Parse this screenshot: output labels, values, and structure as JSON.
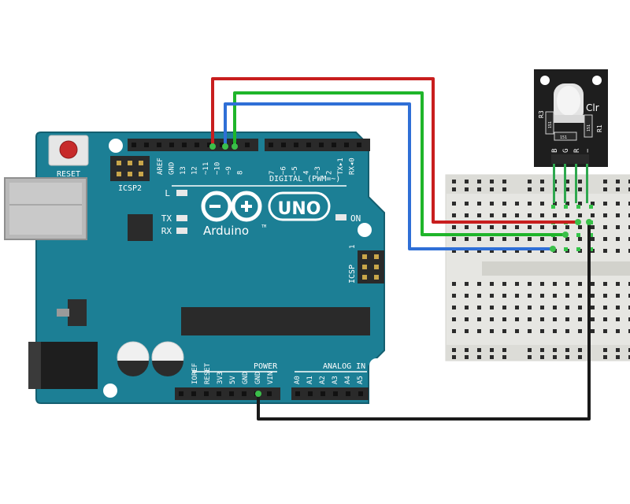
{
  "board": {
    "reset_label": "RESET",
    "icsp2_label": "ICSP2",
    "icsp_label": "ICSP",
    "icsp_pin1": "1",
    "led_l": "L",
    "led_tx": "TX",
    "led_rx": "RX",
    "led_on": "ON",
    "logo_brand": "Arduino",
    "logo_tm": "TM",
    "logo_model": "UNO",
    "digital_label": "DIGITAL (PWM=~)",
    "power_label": "POWER",
    "analog_label": "ANALOG IN",
    "digital_pins_left": [
      "AREF",
      "GND",
      "13",
      "12",
      "~11",
      "~10",
      "~9",
      "8"
    ],
    "digital_pins_right": [
      "7",
      "~6",
      "~5",
      "4",
      "~3",
      "2",
      "TX▸1",
      "RX◂0"
    ],
    "power_pins": [
      "IOREF",
      "RESET",
      "3V3",
      "5V",
      "GND",
      "GND",
      "VIN"
    ],
    "analog_pins": [
      "A0",
      "A1",
      "A2",
      "A3",
      "A4",
      "A5"
    ]
  },
  "module": {
    "label_clr": "Clr",
    "label_r3": "R3",
    "label_r1": "R1",
    "smd_1": "151",
    "smd_2": "151",
    "smd_3": "151",
    "pin_labels": [
      "B",
      "G",
      "R",
      "−"
    ]
  },
  "wires": {
    "red": "#c81e1e",
    "green": "#1fb52a",
    "blue": "#2f6fd6",
    "black": "#1a1a1a"
  },
  "colors": {
    "board": "#1c7f95",
    "board_edge": "#145f70",
    "header": "#2a2a2a",
    "breadboard": "#e8e8e4"
  }
}
